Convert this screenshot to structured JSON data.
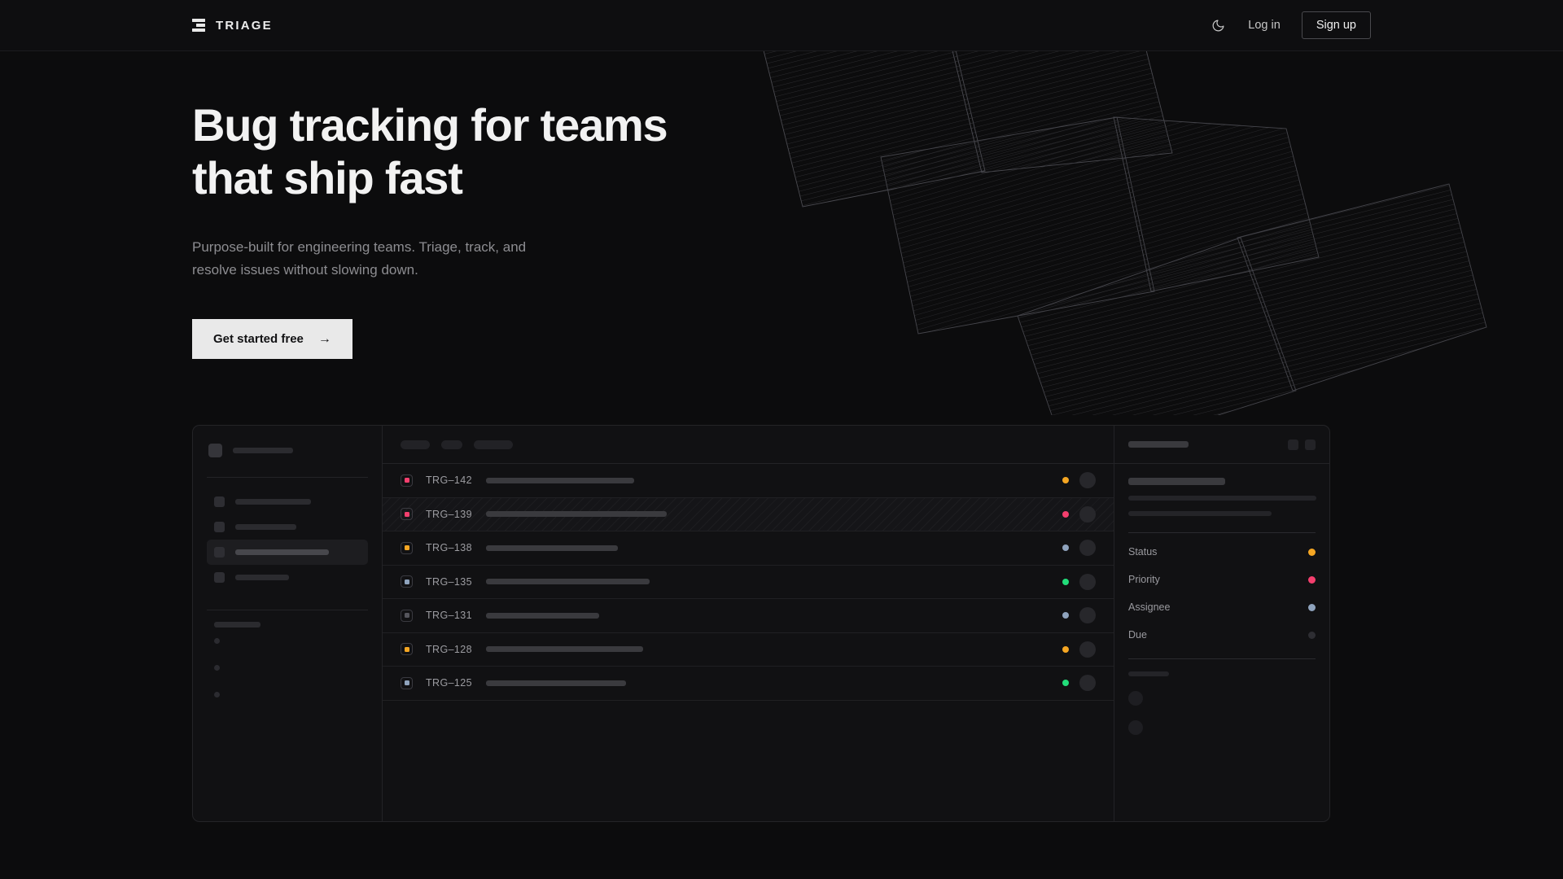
{
  "brand": {
    "name": "TRIAGE",
    "logo_icon": "triage-bars-icon"
  },
  "nav": {
    "theme_toggle_icon": "moon-icon",
    "login_label": "Log in",
    "signup_label": "Sign up"
  },
  "hero": {
    "headline_line1": "Bug tracking for teams",
    "headline_line2": "that ship fast",
    "subhead_line1": "Purpose-built for engineering teams. Triage, track, and",
    "subhead_line2": "resolve issues without slowing down.",
    "cta_label": "Get started free",
    "cta_arrow": "→"
  },
  "colors": {
    "page_bg": "#0C0C0D",
    "nav_bg": "#0E0E10",
    "panel_bg": "#111113",
    "border": "#242427",
    "text_primary": "#F2F2F2",
    "text_muted": "#8D8D91",
    "cta_bg": "#E9E9E9",
    "status_amber": "#F5A623",
    "status_pink": "#F43F6E",
    "status_slate": "#8FA3BD",
    "status_green": "#22DD7A",
    "status_dim": "#3A3A3E"
  },
  "mockup": {
    "sidebar": {
      "workspace_skeleton_width": 74,
      "nav_items": [
        {
          "name": "nav-item-1",
          "skeleton_width": 93,
          "active": false
        },
        {
          "name": "nav-item-2",
          "skeleton_width": 75,
          "active": false
        },
        {
          "name": "nav-item-3",
          "skeleton_width": 115,
          "active": true
        },
        {
          "name": "nav-item-4",
          "skeleton_width": 66,
          "active": false
        }
      ],
      "section_label_width": 57,
      "sub_items": [
        {
          "name": "sub-item-1"
        },
        {
          "name": "sub-item-2"
        },
        {
          "name": "sub-item-3"
        }
      ]
    },
    "toolbar": {
      "filter_chips": [
        36,
        26,
        48
      ]
    },
    "issues": {
      "columns": [
        "priority",
        "id",
        "title",
        "status",
        "assignee"
      ],
      "rows": [
        {
          "id": "TRG–142",
          "priority_color": "#F43F6E",
          "title_width": 182,
          "status_color": "#F5A623",
          "selected": false
        },
        {
          "id": "TRG–139",
          "priority_color": "#F43F6E",
          "title_width": 222,
          "status_color": "#F43F6E",
          "selected": true
        },
        {
          "id": "TRG–138",
          "priority_color": "#F5A623",
          "title_width": 162,
          "status_color": "#8FA3BD",
          "selected": false
        },
        {
          "id": "TRG–135",
          "priority_color": "#8FA3BD",
          "title_width": 201,
          "status_color": "#22DD7A",
          "selected": false
        },
        {
          "id": "TRG–131",
          "priority_color": "#55555C",
          "title_width": 139,
          "status_color": "#8FA3BD",
          "selected": false
        },
        {
          "id": "TRG–128",
          "priority_color": "#F5A623",
          "title_width": 193,
          "status_color": "#F5A623",
          "selected": false
        },
        {
          "id": "TRG–125",
          "priority_color": "#8FA3BD",
          "title_width": 172,
          "status_color": "#22DD7A",
          "selected": false
        }
      ]
    },
    "detail": {
      "header_skeleton_width": 74,
      "action_buttons": [
        "detail-action-1",
        "detail-action-2"
      ],
      "title_skeleton_width": 119,
      "body_line_widths": [
        231,
        176
      ],
      "fields": [
        {
          "label": "Status",
          "value_color": "#F5A623"
        },
        {
          "label": "Priority",
          "value_color": "#F43F6E"
        },
        {
          "label": "Assignee",
          "value_color": "#8FA3BD"
        },
        {
          "label": "Due",
          "value_color": "#2E2E33"
        }
      ],
      "comments_label_width": 50,
      "comment_count": 2
    }
  }
}
